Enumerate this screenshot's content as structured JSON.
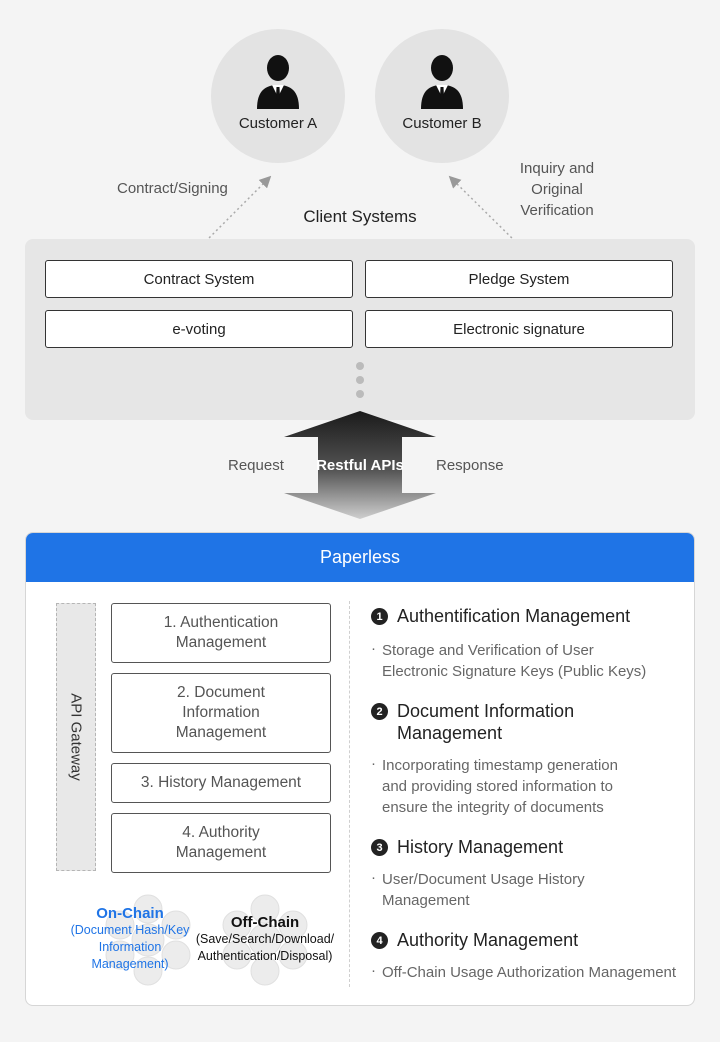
{
  "customers": [
    {
      "label": "Customer A",
      "icon": "person-icon"
    },
    {
      "label": "Customer B",
      "icon": "person-icon"
    }
  ],
  "arrows": {
    "left_label": "Contract/Signing",
    "right_label_lines": [
      "Inquiry and",
      "Original",
      "Verification"
    ]
  },
  "client_systems": {
    "title": "Client Systems",
    "items": [
      "Contract System",
      "Pledge System",
      "e-voting",
      "Electronic signature"
    ]
  },
  "api": {
    "request": "Request",
    "label": "Restful APIs",
    "response": "Response"
  },
  "paperless": {
    "title": "Paperless",
    "gateway": "API Gateway",
    "modules": [
      [
        "1. Authentication",
        "Management"
      ],
      [
        "2. Document",
        "Information",
        "Management"
      ],
      [
        "3. History Management"
      ],
      [
        "4. Authority",
        "Management"
      ]
    ],
    "on_chain": {
      "title": "On-Chain",
      "lines": [
        "(Document Hash/Key",
        "Information",
        "Management)"
      ]
    },
    "off_chain": {
      "title": "Off-Chain",
      "lines": [
        "(Save/Search/Download/",
        "Authentication/Disposal)"
      ]
    },
    "features": [
      {
        "num": "1",
        "title": "Authentification Management",
        "desc": [
          "Storage and Verification of User",
          "Electronic Signature Keys (Public Keys)"
        ]
      },
      {
        "num": "2",
        "title_lines": [
          "Document Information",
          "Management"
        ],
        "desc": [
          "Incorporating timestamp generation",
          "and providing stored information to",
          "ensure the integrity of documents"
        ]
      },
      {
        "num": "3",
        "title": "History Management",
        "desc": [
          "User/Document Usage History",
          "Management"
        ]
      },
      {
        "num": "4",
        "title": "Authority Management",
        "desc": [
          "Off-Chain Usage Authorization Management"
        ]
      }
    ]
  },
  "colors": {
    "accent": "#1f74e6",
    "on_chain_text": "#1f74e6",
    "panel_grey": "#e6e6e6"
  }
}
